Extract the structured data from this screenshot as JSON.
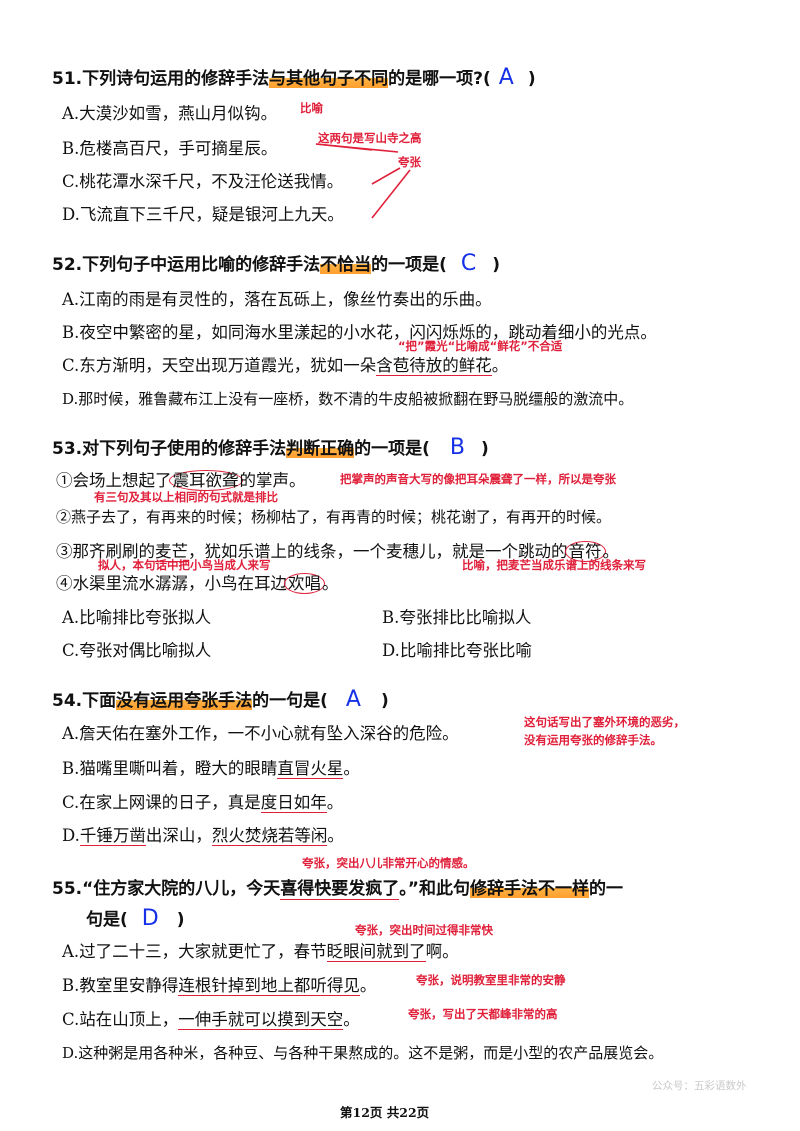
{
  "q51": {
    "pre": "51.下列诗句运用的修辞手法",
    "hl": "与其他句子不同",
    "post": "的是哪一项?(",
    "close": ")",
    "answer": "A",
    "options": [
      "A.大漠沙如雪，燕山月似钩。",
      "B.危楼高百尺，手可摘星辰。",
      "C.桃花潭水深千尺，不及汪伦送我情。",
      "D.飞流直下三千尺，疑是银河上九天。"
    ],
    "notes": {
      "a": "比喻",
      "bc": "这两句是写山寺之高",
      "exag": "夸张"
    }
  },
  "q52": {
    "pre": "52.下列句子中运用比喻的修辞手法",
    "hl": "不恰当",
    "post": "的一项是(",
    "close": ")",
    "answer": "C",
    "options": [
      "A.江南的雨是有灵性的，落在瓦砾上，像丝竹奏出的乐曲。",
      "B.夜空中繁密的星，如同海水里漾起的小水花，闪闪烁烁的，跳动着细小的光点。",
      "D.那时候，雅鲁藏布江上没有一座桥，数不清的牛皮船被掀翻在野马脱缰般的激流中。"
    ],
    "optC": {
      "pre": "C.东方渐明，天空出现万道霞光，犹如一朵",
      "ul": "含苞待放的鲜花",
      "post": "。"
    },
    "note_c": "“把”霞光“比喻成“鲜花”不合适"
  },
  "q53": {
    "pre": "53.对下列句子使用的修辞手法",
    "hl": "判断正确",
    "post": "的一项是(",
    "close": ")",
    "answer": "B",
    "s1": {
      "pre": "①会场上想起了",
      "circ": "震耳欲聋",
      "post": "的掌声。"
    },
    "note1": "把掌声的声音大写的像把耳朵震聋了一样，所以是夸张",
    "note_pb": "有三句及其以上相同的句式就是排比",
    "s2": "②燕子去了，有再来的时候；杨柳枯了，有再青的时候；桃花谢了，有再开的时候。",
    "s3": {
      "pre": "③那齐刷刷的",
      "ul": "麦芒",
      "mid": "，犹如乐谱上的线条，一个麦穗儿，就是一个跳动的",
      "circ": "音符",
      "post": "。"
    },
    "note_nr": "拟人，本句话中把小鸟当成人来写",
    "s4": {
      "pre": "④水渠里流水潺潺，小鸟在耳边",
      "circ": "欢唱",
      "post": "。"
    },
    "note3": "比喻，把麦芒当成乐谱上的线条来写",
    "choices": [
      [
        "A.比喻",
        "排比",
        "夸张",
        "拟人"
      ],
      [
        "B.夸张",
        "排比",
        "比喻",
        "拟人"
      ],
      [
        "C.夸张",
        "对偶",
        "比喻",
        "拟人"
      ],
      [
        "D.比喻",
        "排比",
        "夸张",
        "比喻"
      ]
    ]
  },
  "q54": {
    "pre": "54.下面",
    "hl": "没有运用夸张手法",
    "post": "的一句是(",
    "close": ")",
    "answer": "A",
    "a": "A.詹天佑在塞外工作，一不小心就有坠入深谷的危险。",
    "note_a1": "这句话写出了塞外环境的恶劣，",
    "note_a2": "没有运用夸张的修辞手法。",
    "b": {
      "pre": "B.猫嘴里嘶叫着，瞪大的眼睛",
      "ul": "直冒火星",
      "post": "。"
    },
    "c": {
      "pre": "C.在家上网课的日子，真是",
      "ul": "度日如年",
      "post": "。"
    },
    "d": {
      "pre": "D.",
      "ul1": "千锤万凿",
      "mid": "出深山，",
      "ul2": "烈火焚烧若等闲",
      "post": "。"
    }
  },
  "q55": {
    "note_q": "夸张，突出八儿非常开心的情感。",
    "line1_pre": "55.“住方家大院的八儿，今天",
    "line1_ul": "喜得快要发疯了",
    "line1_mid": "。”和此句",
    "line1_hl": "修辞手法不一样",
    "line1_post": "的一",
    "line2": "句是(",
    "close": ")",
    "answer": "D",
    "note_a": "夸张，突出时间过得非常快",
    "a": {
      "pre": "A.过了二十三，大家就更忙了，春节",
      "ul": "眨眼间就到了",
      "post": "啊。"
    },
    "b": {
      "pre": "B.教室里安静得",
      "ul": "连根针掉到地上都听得见",
      "post": "。"
    },
    "note_b": "夸张，说明教室里非常的安静",
    "c": {
      "pre": "C.站在山顶上，",
      "ul": "一伸手就可以摸到天空",
      "post": "。"
    },
    "note_c": "夸张，写出了天都峰非常的高",
    "d": "D.这种粥是用各种米，各种豆、与各种干果熬成的。这不是粥，而是小型的农产品展览会。"
  },
  "footer": {
    "page": "第12页 共22页",
    "watermark": "公众号：五彩语数外"
  }
}
